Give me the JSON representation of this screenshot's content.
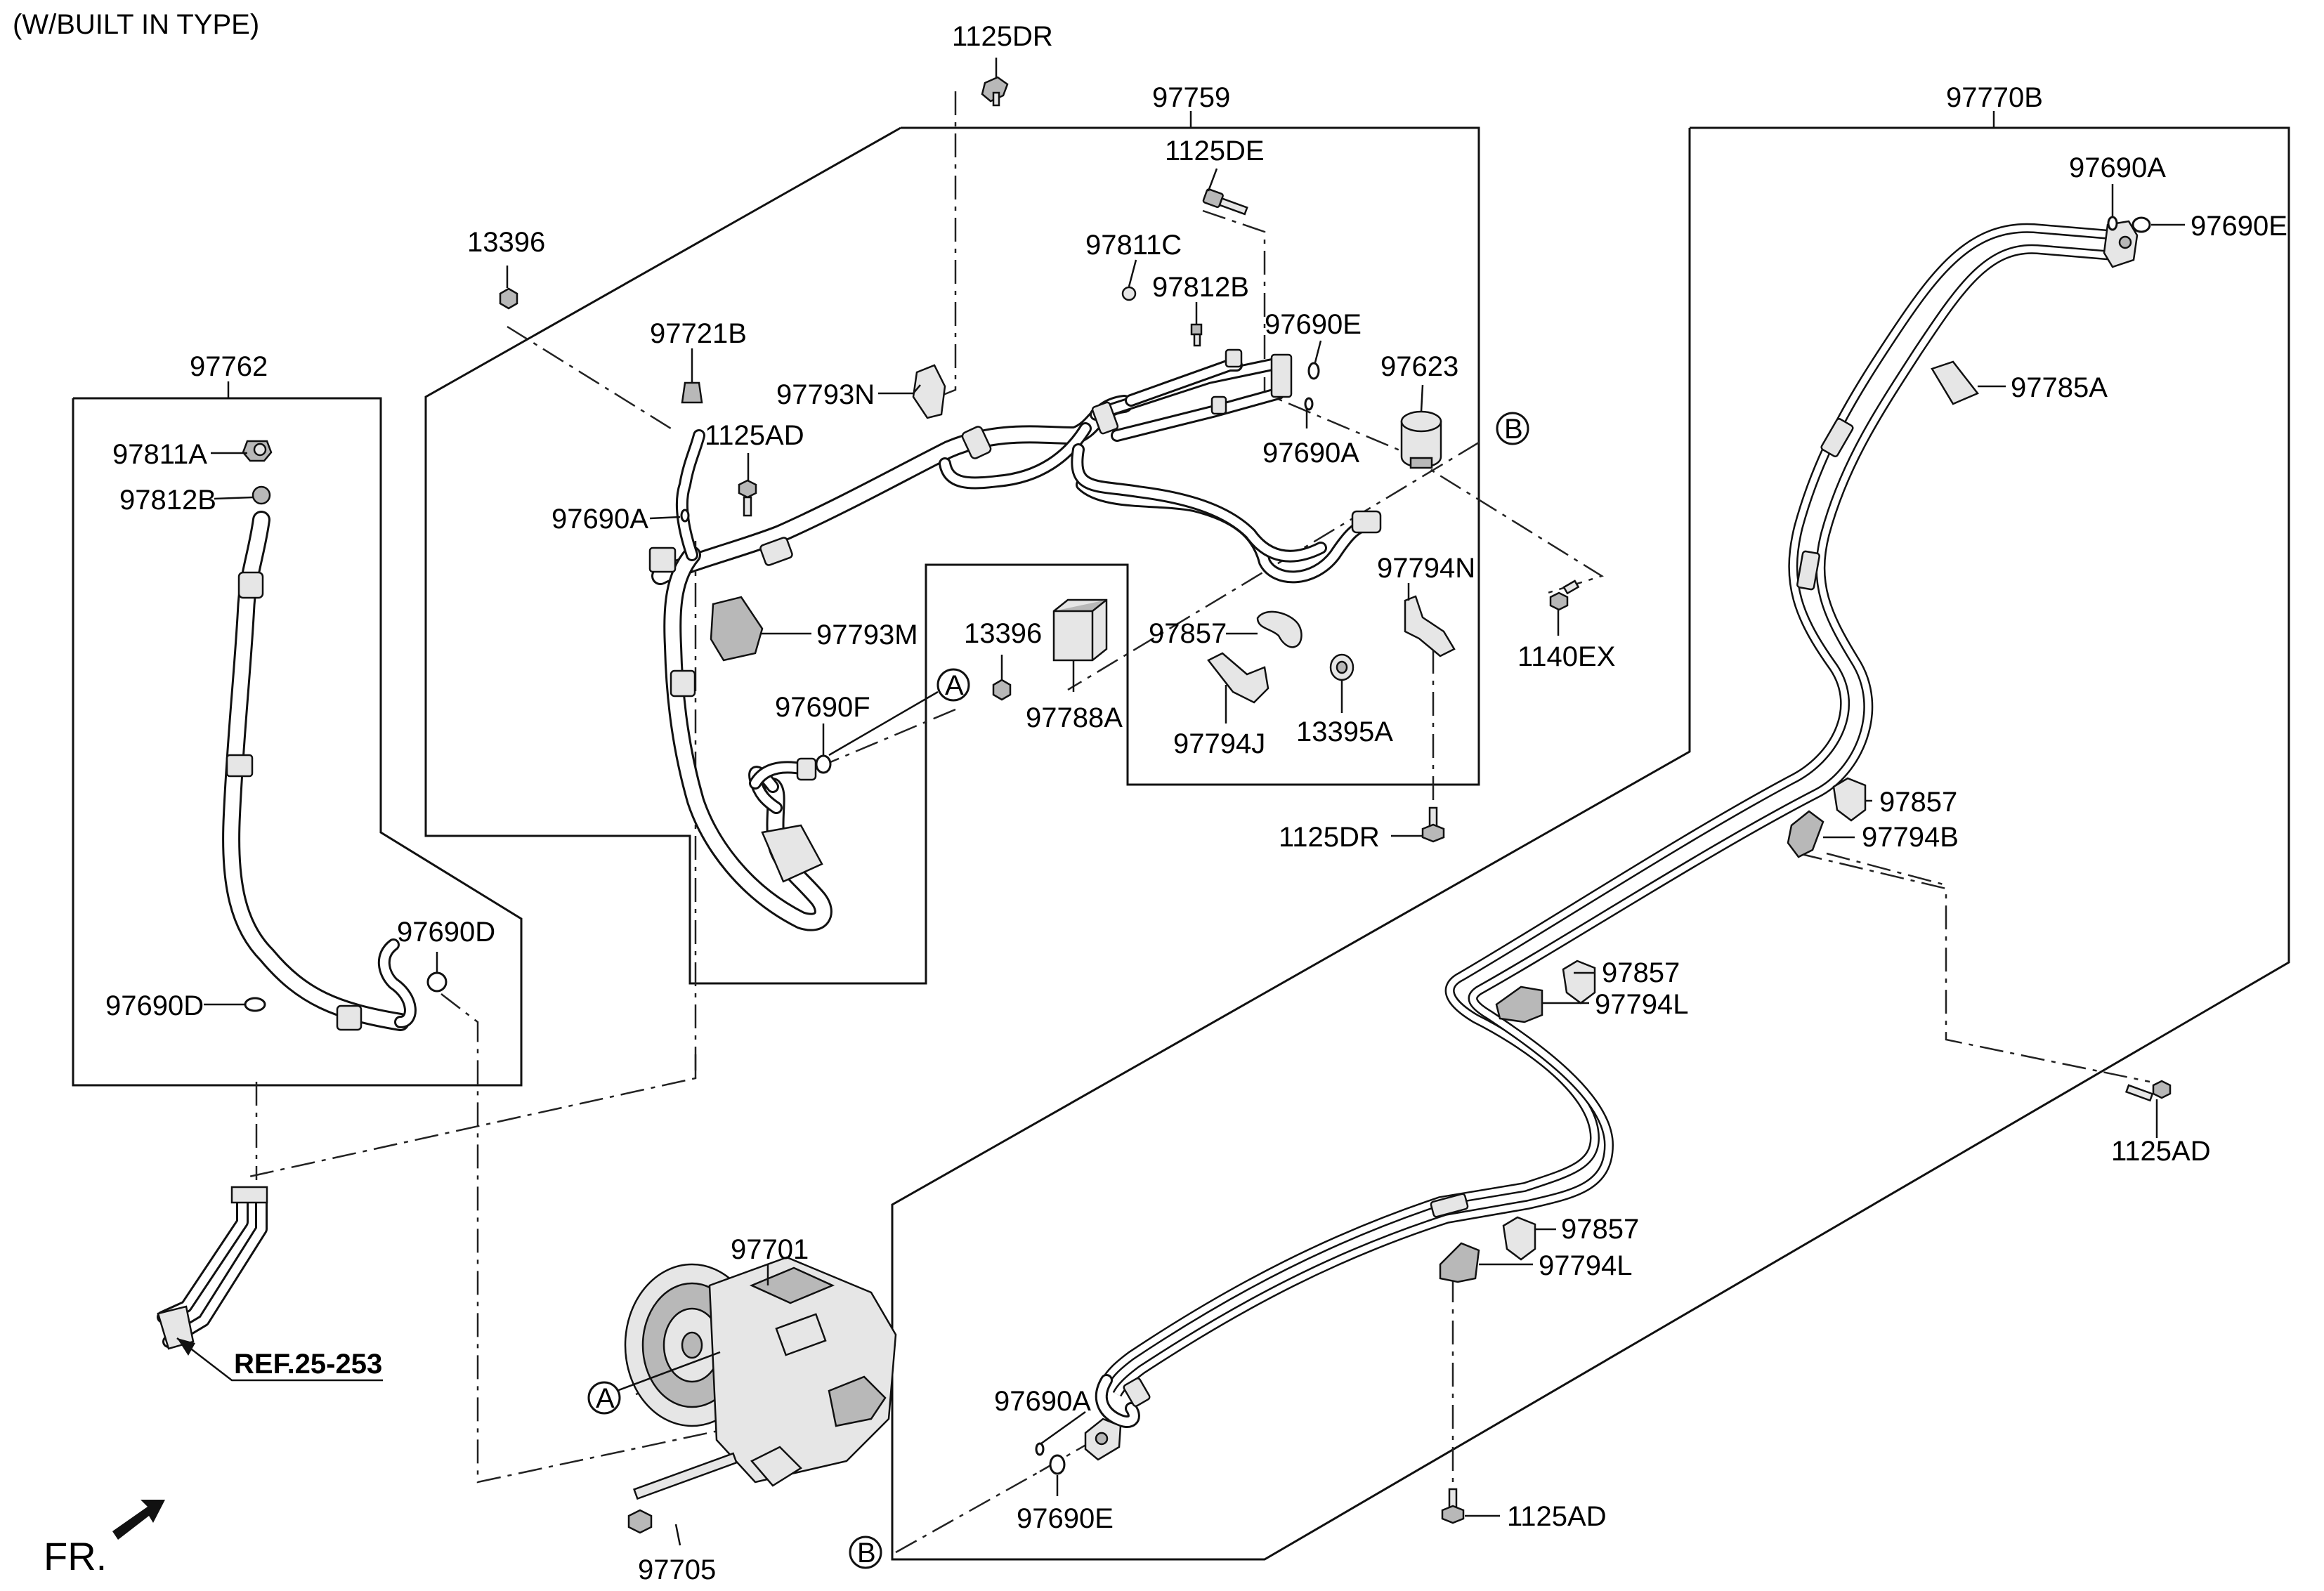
{
  "header": {
    "note": "(W/BUILT IN TYPE)"
  },
  "labels": {
    "l_1125DR_top": "1125DR",
    "l_97759": "97759",
    "l_97770B": "97770B",
    "l_1125DE": "1125DE",
    "l_97811C": "97811C",
    "l_97812B_mid": "97812B",
    "l_97690E_mid": "97690E",
    "l_97623": "97623",
    "l_97690A_mid": "97690A",
    "l_13396_top": "13396",
    "l_97721B": "97721B",
    "l_97793N": "97793N",
    "l_1125AD_mid": "1125AD",
    "l_97690A_left": "97690A",
    "l_97793M": "97793M",
    "l_13396_mid": "13396",
    "l_97690F": "97690F",
    "l_97788A": "97788A",
    "l_97857_mid": "97857",
    "l_97794J": "97794J",
    "l_97794N": "97794N",
    "l_13395A": "13395A",
    "l_1140EX": "1140EX",
    "l_1125DR_mid": "1125DR",
    "l_97762": "97762",
    "l_97811A": "97811A",
    "l_97812B_left": "97812B",
    "l_97690D_r": "97690D",
    "l_97690D_l": "97690D",
    "l_97690A_tr": "97690A",
    "l_97690E_tr": "97690E",
    "l_97785A": "97785A",
    "l_97857_r1": "97857",
    "l_97794B": "97794B",
    "l_97857_r2": "97857",
    "l_97794L_1": "97794L",
    "l_1125AD_r": "1125AD",
    "l_97857_r3": "97857",
    "l_97794L_2": "97794L",
    "l_97690A_bot": "97690A",
    "l_97690E_bot": "97690E",
    "l_1125AD_bot": "1125AD",
    "l_97701": "97701",
    "l_97705": "97705",
    "l_ref": "REF.25-253",
    "l_fr": "FR."
  },
  "callouts": {
    "A": "A",
    "B": "B"
  },
  "icons": [
    "bolt-icon",
    "nut-icon",
    "o-ring-icon",
    "clamp-icon",
    "bracket-icon",
    "compressor-icon",
    "front-arrow-icon"
  ]
}
